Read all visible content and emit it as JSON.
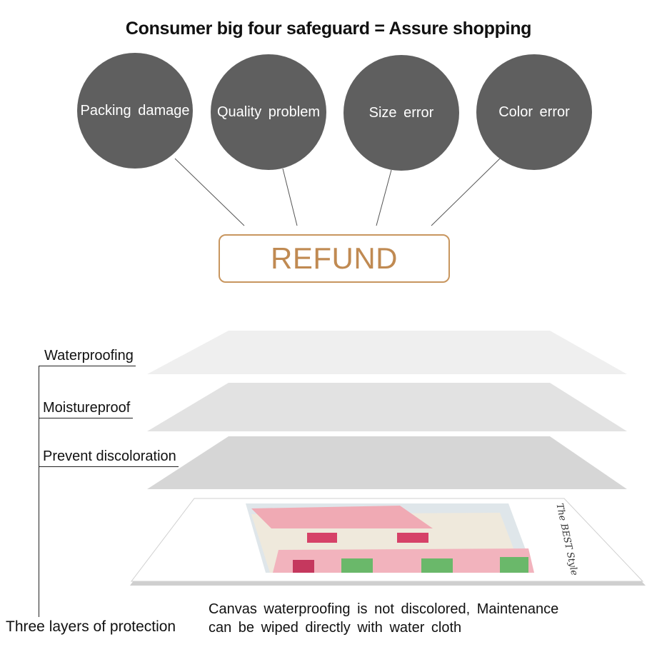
{
  "title": "Consumer big four safeguard = Assure shopping",
  "safeguards": [
    {
      "label": "Packing damage"
    },
    {
      "label": "Quality problem"
    },
    {
      "label": "Size error"
    },
    {
      "label": "Color error"
    }
  ],
  "refund_label": "REFUND",
  "layers": [
    {
      "label": "Waterproofing",
      "color": "#efefef"
    },
    {
      "label": "Moistureproof",
      "color": "#e3e3e3"
    },
    {
      "label": "Prevent discoloration",
      "color": "#d8d8d8"
    }
  ],
  "bracket_label": "Three layers of protection",
  "description": {
    "line1": "Canvas waterproofing is not discolored, Maintenance",
    "line2": "can be wiped directly with water cloth"
  },
  "poster": {
    "script_title": "The BEST Style"
  },
  "colors": {
    "circle": "#5f5f5f",
    "refund_border": "#c8965f",
    "refund_text": "#c08a52"
  }
}
